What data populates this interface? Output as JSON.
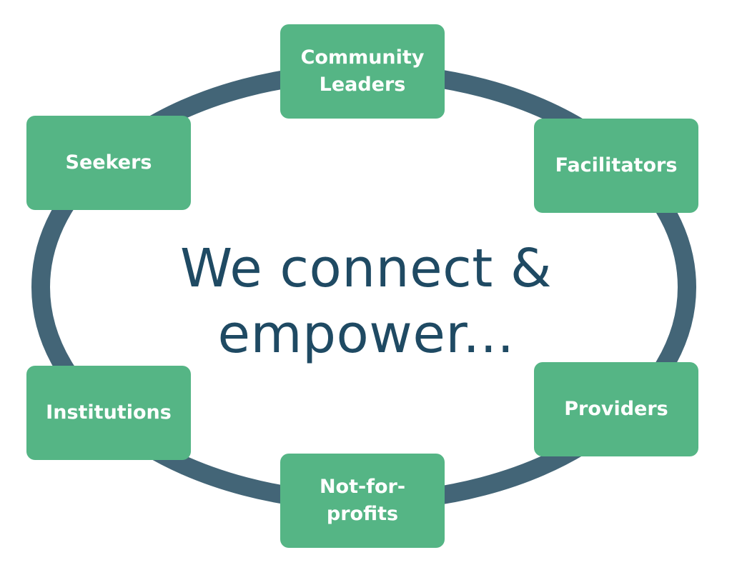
{
  "headline": {
    "line1": "We connect &",
    "line2": "empower..."
  },
  "nodes": {
    "community_leaders": "Community Leaders",
    "facilitators": "Facilitators",
    "providers": "Providers",
    "not_for_profits": "Not-for-profits",
    "institutions": "Institutions",
    "seekers": "Seekers"
  },
  "colors": {
    "ring": "#436577",
    "node_fill": "#55b585",
    "node_text": "#ffffff",
    "headline": "#1f4a63"
  }
}
